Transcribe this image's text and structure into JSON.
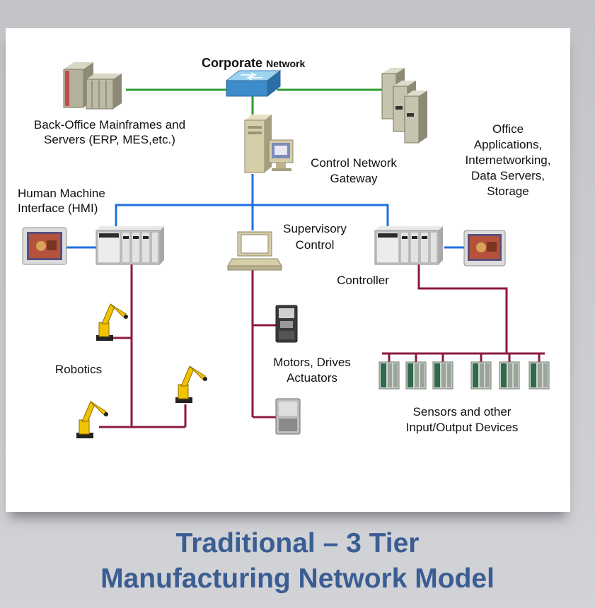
{
  "diagram": {
    "corporate_network_label_bold": "Corporate",
    "corporate_network_label_rest": "Network",
    "back_office_label_line1": "Back-Office Mainframes and",
    "back_office_label_line2": "Servers (ERP, MES,etc.)",
    "control_gateway_label_line1": "Control Network",
    "control_gateway_label_line2": "Gateway",
    "office_label_line1": "Office",
    "office_label_line2": "Applications,",
    "office_label_line3": "Internetworking,",
    "office_label_line4": "Data Servers,",
    "office_label_line5": "Storage",
    "hmi_label_line1": "Human Machine",
    "hmi_label_line2": "Interface (HMI)",
    "supervisory_label_line1": "Supervisory",
    "supervisory_label_line2": "Control",
    "controller_label": "Controller",
    "robotics_label": "Robotics",
    "motors_label_line1": "Motors, Drives",
    "motors_label_line2": "Actuators",
    "sensors_label_line1": "Sensors and other",
    "sensors_label_line2": "Input/Output Devices"
  },
  "caption": {
    "line1": "Traditional – 3 Tier",
    "line2": "Manufacturing Network Model"
  },
  "colors": {
    "corporate_link": "#2e9a2e",
    "control_link": "#1f6fe0",
    "device_link": "#8c1a3c",
    "caption_text": "#3a5d93"
  }
}
